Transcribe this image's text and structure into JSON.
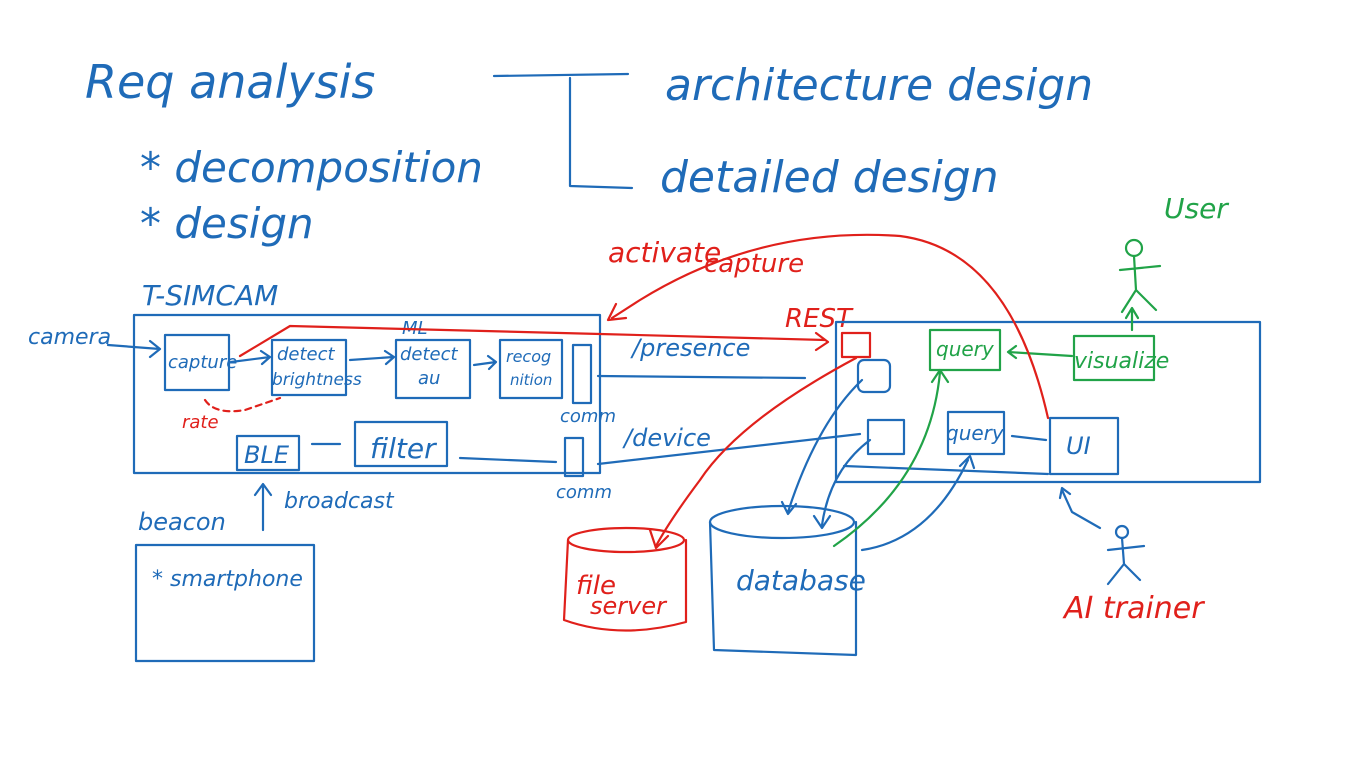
{
  "colors": {
    "ink_blue": "#1f6bb8",
    "ink_red": "#e0201b",
    "ink_green": "#21a348",
    "background": "#ffffff"
  },
  "notes": {
    "req_analysis": "Req analysis",
    "bullet_1": "* decomposition",
    "bullet_2": "* design",
    "architecture_design": "architecture design",
    "detailed_design": "detailed design"
  },
  "tsimcam": {
    "title": "T-SIMCAM",
    "camera": "camera",
    "capture": "capture",
    "detect_brightness_1": "detect",
    "detect_brightness_2": "brightness",
    "ml": "ML",
    "detect_au_1": "detect",
    "detect_au_2": "au",
    "recognition_1": "recog",
    "recognition_2": "nition",
    "rate": "rate",
    "ble": "BLE",
    "filter": "filter",
    "comm_top": "comm",
    "comm_bottom": "comm",
    "broadcast": "broadcast"
  },
  "beacon": {
    "label": "beacon",
    "smartphone": "* smartphone"
  },
  "server": {
    "activate": "activate",
    "capture": "capture",
    "rest": "REST",
    "presence": "/presence",
    "device": "/device",
    "query_green": "query",
    "query_blue": "query",
    "visualize": "visualize",
    "ui": "UI",
    "user": "User",
    "file_server_1": "file",
    "file_server_2": "server",
    "database": "database",
    "ai_trainer": "AI trainer"
  }
}
